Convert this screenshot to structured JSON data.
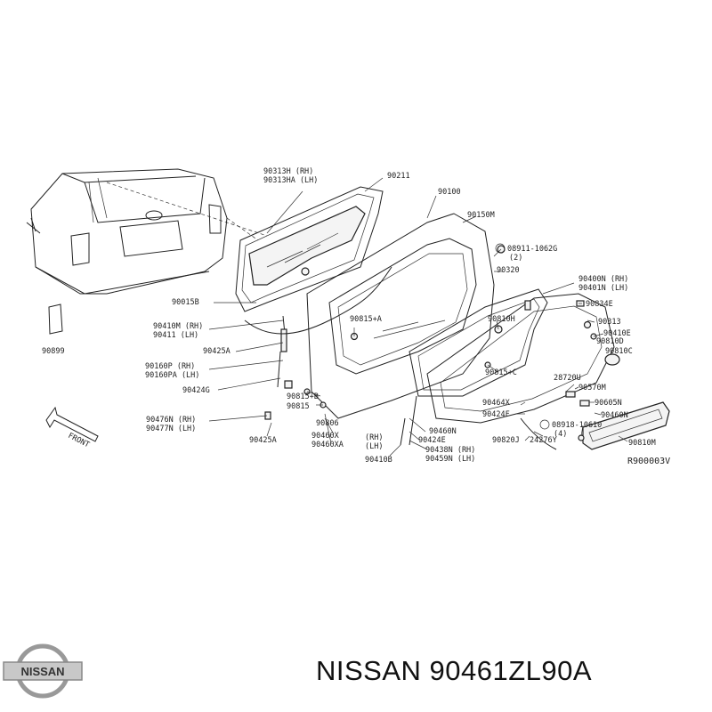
{
  "labels": [
    {
      "id": "l1",
      "text": "90313H (RH)"
    },
    {
      "id": "l2",
      "text": "90313HA (LH)"
    },
    {
      "id": "l3",
      "text": "90211"
    },
    {
      "id": "l4",
      "text": "90100"
    },
    {
      "id": "l5",
      "text": "90150M"
    },
    {
      "id": "l6",
      "text": "08911-1062G"
    },
    {
      "id": "l7",
      "text": "(2)"
    },
    {
      "id": "l8",
      "text": "90320"
    },
    {
      "id": "l9",
      "text": "90400N (RH)"
    },
    {
      "id": "l10",
      "text": "90401N (LH)"
    },
    {
      "id": "l11",
      "text": "90834E"
    },
    {
      "id": "l12",
      "text": "90313"
    },
    {
      "id": "l13",
      "text": "90410E"
    },
    {
      "id": "l14",
      "text": "90810D"
    },
    {
      "id": "l15",
      "text": "90810C"
    },
    {
      "id": "l16",
      "text": "90015B"
    },
    {
      "id": "l17",
      "text": "90410M (RH)"
    },
    {
      "id": "l18",
      "text": "90411 (LH)"
    },
    {
      "id": "l19",
      "text": "90425A"
    },
    {
      "id": "l20",
      "text": "90160P (RH)"
    },
    {
      "id": "l21",
      "text": "90160PA (LH)"
    },
    {
      "id": "l22",
      "text": "90424G"
    },
    {
      "id": "l23",
      "text": "90815+A"
    },
    {
      "id": "l24",
      "text": "90810H"
    },
    {
      "id": "l25",
      "text": "90815+C"
    },
    {
      "id": "l26",
      "text": "28720U"
    },
    {
      "id": "l27",
      "text": "90570M"
    },
    {
      "id": "l28",
      "text": "90464X"
    },
    {
      "id": "l29",
      "text": "90605N"
    },
    {
      "id": "l30",
      "text": "90424F"
    },
    {
      "id": "l31",
      "text": "90460N"
    },
    {
      "id": "l32",
      "text": "08918-10610"
    },
    {
      "id": "l33",
      "text": "(4)"
    },
    {
      "id": "l34",
      "text": "90815+B"
    },
    {
      "id": "l35",
      "text": "90815"
    },
    {
      "id": "l36",
      "text": "90476N (RH)"
    },
    {
      "id": "l37",
      "text": "90477N (LH)"
    },
    {
      "id": "l38",
      "text": "90425A"
    },
    {
      "id": "l39",
      "text": "90806"
    },
    {
      "id": "l40",
      "text": "90460X"
    },
    {
      "id": "l41",
      "text": "90460XA"
    },
    {
      "id": "l42",
      "text": "(RH)"
    },
    {
      "id": "l43",
      "text": "(LH)"
    },
    {
      "id": "l44",
      "text": "90410B"
    },
    {
      "id": "l45",
      "text": "90460N"
    },
    {
      "id": "l46",
      "text": "90424E"
    },
    {
      "id": "l47",
      "text": "90438N (RH)"
    },
    {
      "id": "l48",
      "text": "90459N (LH)"
    },
    {
      "id": "l49",
      "text": "90820J"
    },
    {
      "id": "l50",
      "text": "24276Y"
    },
    {
      "id": "l51",
      "text": "90810M"
    },
    {
      "id": "l52",
      "text": "90899"
    },
    {
      "id": "l53",
      "text": "FRONT"
    },
    {
      "id": "l54",
      "text": "R900003V"
    }
  ],
  "brand": {
    "logo_text": "NISSAN",
    "caption": "NISSAN 90461ZL90A"
  }
}
